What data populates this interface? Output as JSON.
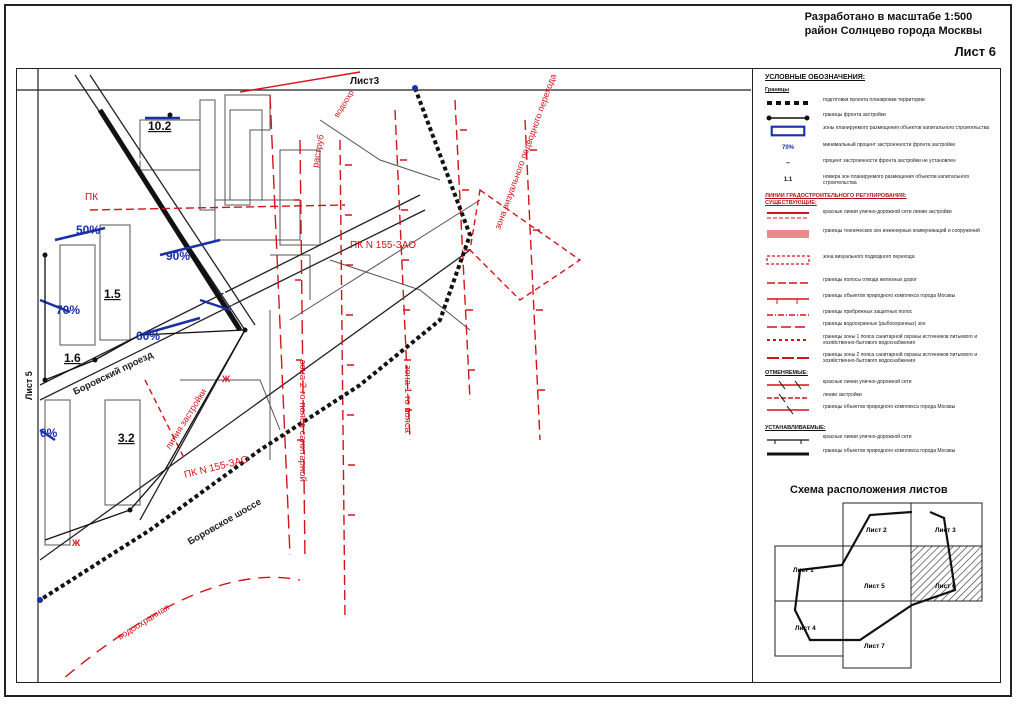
{
  "header": {
    "scale_line": "Разработано в масштабе 1:500",
    "district_line": "район Солнцево города Москвы",
    "sheet_label": "Лист 6"
  },
  "map": {
    "sheet_top_label": "Лист3",
    "sheet_left_label": "Лист 5",
    "streets": {
      "borovsky_proezd": "Боровский проезд",
      "borovskoe_shosse": "Боровское шоссе"
    },
    "labels": {
      "pk_top": "ПК N 155-ЗАО",
      "pk_bottom": "ПК N 155-ЗАО",
      "pk_short": "ПК",
      "zone_visual": "зона визуального подводного перехода",
      "zone_1_belt": "зона 1-го пояса",
      "zone_2_belt": "зона 2-го пояса санитарной",
      "build_line": "линия застройки",
      "vodookhrannaya": "водоохранная",
      "rastrub": "раструб",
      "vodoohr_top": "водоохр",
      "zh_1": "Ж",
      "zh_2": "Ж"
    },
    "percents": [
      "50%",
      "90%",
      "70%",
      "60%",
      "0%"
    ],
    "plot_numbers": [
      "10.2",
      "1.5",
      "1.6",
      "3.2"
    ]
  },
  "legend": {
    "title": "УСЛОВНЫЕ ОБОЗНАЧЕНИЯ:",
    "section_borders": "Границы",
    "items_a": [
      "подготовки проекта планировки территории",
      "границы фронта застройки",
      "зоны планируемого размещения объектов капитального строительства",
      "минимальный процент застроенности фронта застройки",
      "процент застроенности фронта застройки не установлен",
      "номера зон планируемого размещения объектов капитального строительства"
    ],
    "pct_symbol": "70%",
    "dash_symbol": "–",
    "num_symbol": "1.1",
    "section_regs": "ЛИНИИ ГРАДОСТРОИТЕЛЬНОГО РЕГУЛИРОВАНИЯ:",
    "section_existing": "СУЩЕСТВУЮЩИЕ:",
    "items_b": [
      "красные линии улично-дорожной сети линии застройки",
      "границы технических зон инженерных коммуникаций и сооружений",
      "зона визуального подводного перехода",
      "границы полосы отвода железных дорог",
      "границы объектов природного комплекса города Москвы",
      "границы прибрежных защитных полос",
      "границы водоохранных (рыбоохранных) зон",
      "границы зоны 1 пояса санитарной охраны источников питьевого и хозяйственно-бытового водоснабжения",
      "границы зоны 2 пояса санитарной охраны источников питьевого и хозяйственно-бытового водоснабжения"
    ],
    "section_cancel": "ОТМЕНЯЕМЫЕ:",
    "items_c": [
      "красные линии улично-дорожной сети",
      "линии застройки",
      "границы объектов природного комплекса города Москвы"
    ],
    "section_establish": "УСТАНАВЛИВАЕМЫЕ:",
    "items_d": [
      "красные линии улично-дорожной сети",
      "границы объектов природного комплекса города Москвы"
    ]
  },
  "scheme": {
    "title": "Схема расположения листов",
    "sheets": [
      "Лист 1",
      "Лист 2",
      "Лист 3",
      "Лист 4",
      "Лист 5",
      "Лист 6",
      "Лист 7"
    ]
  }
}
